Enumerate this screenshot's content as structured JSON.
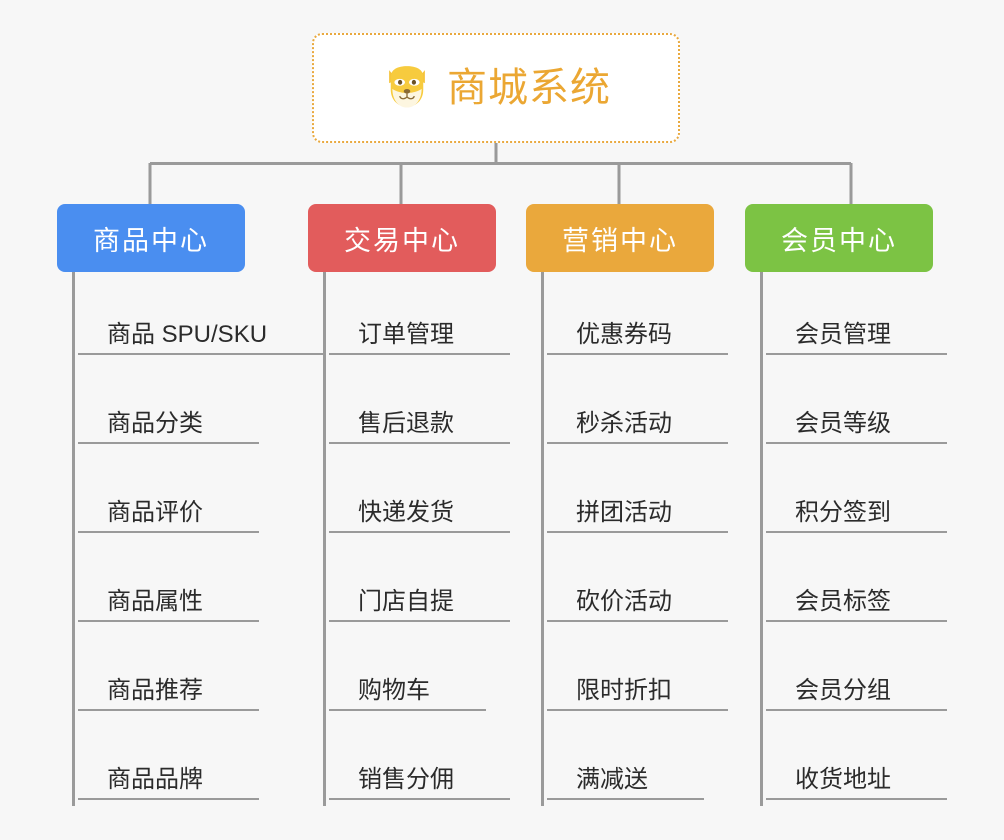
{
  "diagram": {
    "background_color": "#f7f7f7",
    "root": {
      "title": "商城系统",
      "icon": "dog-face-emoji",
      "text_color": "#eba733",
      "border_color": "#e9a93f",
      "fill_color": "#ffffff"
    },
    "connector_color": "#9a9a9a",
    "categories": [
      {
        "label": "商品中心",
        "color": "#4a8ef0",
        "items": [
          "商品 SPU/SKU",
          "商品分类",
          "商品评价",
          "商品属性",
          "商品推荐",
          "商品品牌"
        ]
      },
      {
        "label": "交易中心",
        "color": "#e25c5c",
        "items": [
          "订单管理",
          "售后退款",
          "快递发货",
          "门店自提",
          "购物车",
          "销售分佣"
        ]
      },
      {
        "label": "营销中心",
        "color": "#eaa83c",
        "items": [
          "优惠券码",
          "秒杀活动",
          "拼团活动",
          "砍价活动",
          "限时折扣",
          "满减送"
        ]
      },
      {
        "label": "会员中心",
        "color": "#7cc344",
        "items": [
          "会员管理",
          "会员等级",
          "积分签到",
          "会员标签",
          "会员分组",
          "收货地址"
        ]
      }
    ]
  }
}
